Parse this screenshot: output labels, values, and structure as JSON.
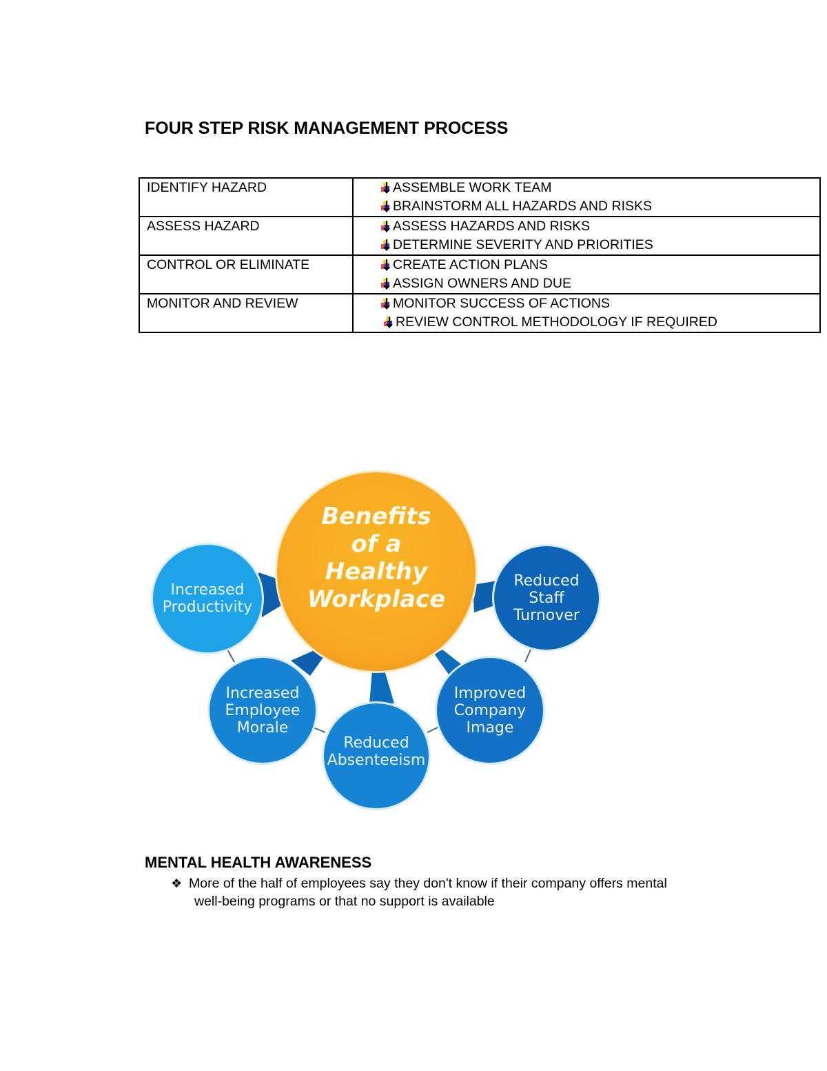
{
  "document": {
    "title": "FOUR STEP RISK MANAGEMENT PROCESS",
    "risk_table": {
      "rows": [
        {
          "step": "IDENTIFY HAZARD",
          "actions": [
            "ASSEMBLE WORK TEAM",
            "BRAINSTORM ALL HAZARDS AND RISKS"
          ]
        },
        {
          "step": "ASSESS HAZARD",
          "actions": [
            "ASSESS HAZARDS AND RISKS",
            "DETERMINE SEVERITY AND PRIORITIES"
          ]
        },
        {
          "step": "CONTROL OR ELIMINATE",
          "actions": [
            "CREATE ACTION PLANS",
            "ASSIGN OWNERS AND DUE"
          ]
        },
        {
          "step": "MONITOR AND REVIEW",
          "actions": [
            "MONITOR SUCCESS OF ACTIONS",
            "REVIEW CONTROL METHODOLOGY IF REQUIRED"
          ]
        }
      ],
      "bullet_icon": "down-arrow-bullet-icon"
    },
    "diagram": {
      "center": {
        "lines": [
          "Benefits",
          "of a",
          "Healthy",
          "Workplace"
        ],
        "color": "#f7a823"
      },
      "satellites": [
        {
          "lines": [
            "Increased",
            "Productivity"
          ],
          "color": "#1ea3e8"
        },
        {
          "lines": [
            "Reduced",
            "Staff",
            "Turnover"
          ],
          "color": "#0d63b6"
        },
        {
          "lines": [
            "Increased",
            "Employee",
            "Morale"
          ],
          "color": "#1683d3"
        },
        {
          "lines": [
            "Reduced",
            "Absenteeism"
          ],
          "color": "#1683d3"
        },
        {
          "lines": [
            "Improved",
            "Company",
            "Image"
          ],
          "color": "#1372c6"
        }
      ]
    },
    "mental_health": {
      "heading": "MENTAL HEALTH AWARENESS",
      "bullet_icon": "diamond-bullet-icon",
      "bullet_symbol": "❖",
      "bullets": [
        {
          "line1": "More of the half of employees say they don't know if their company offers mental",
          "line2": "well-being programs or that no support is available"
        }
      ]
    }
  }
}
